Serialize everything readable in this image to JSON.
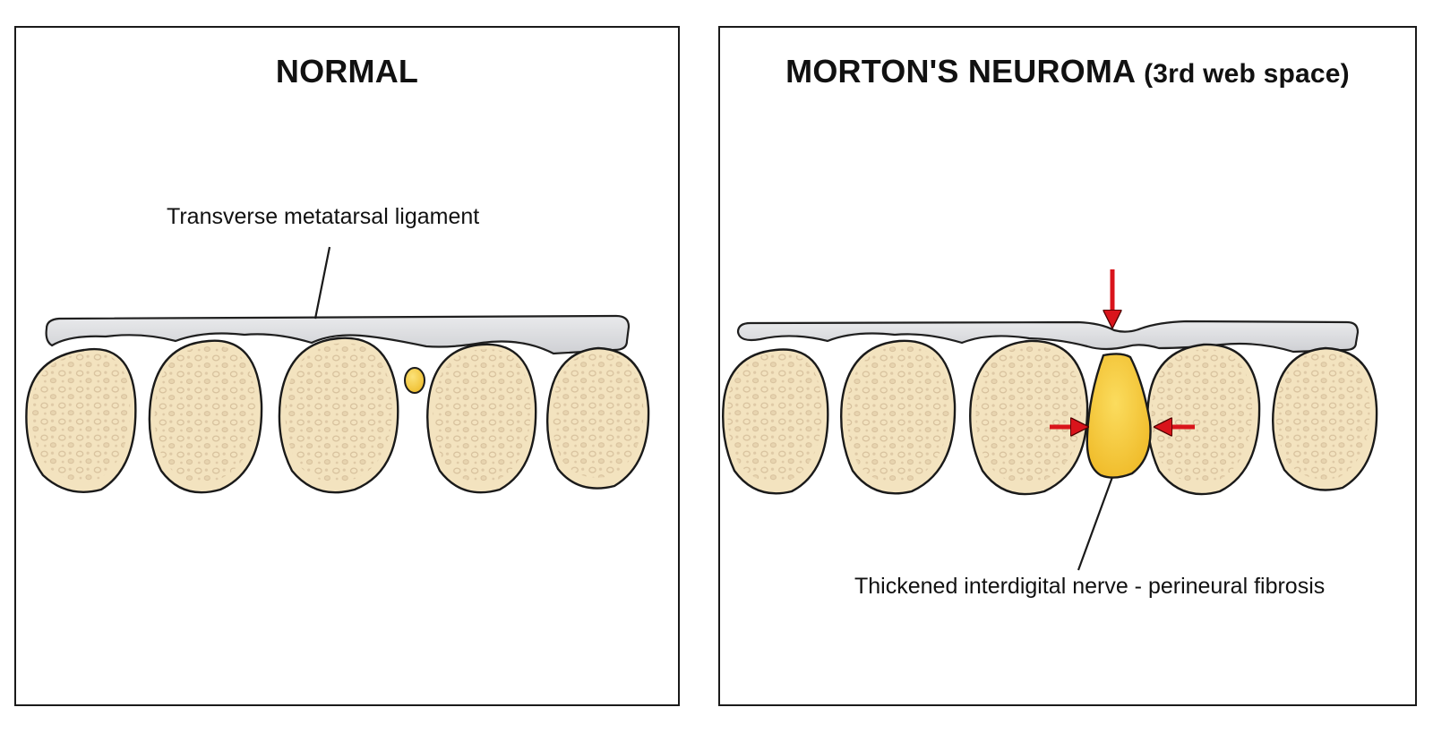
{
  "panels": {
    "normal": {
      "title": "NORMAL",
      "label": "Transverse metatarsal ligament"
    },
    "neuroma": {
      "title_main": "MORTON'S NEUROMA",
      "title_sub": "(3rd web space)",
      "label": "Thickened interdigital nerve - perineural fibrosis"
    }
  },
  "colors": {
    "border": "#1a1a1a",
    "bone_fill": "#f3e3bf",
    "bone_pore": "#d9c3a0",
    "ligament_fill": "#dcdde0",
    "nerve_fill": "#f5c842",
    "arrow": "#d9141b"
  },
  "icons": {
    "compression_arrow": "red-arrow-icon"
  }
}
